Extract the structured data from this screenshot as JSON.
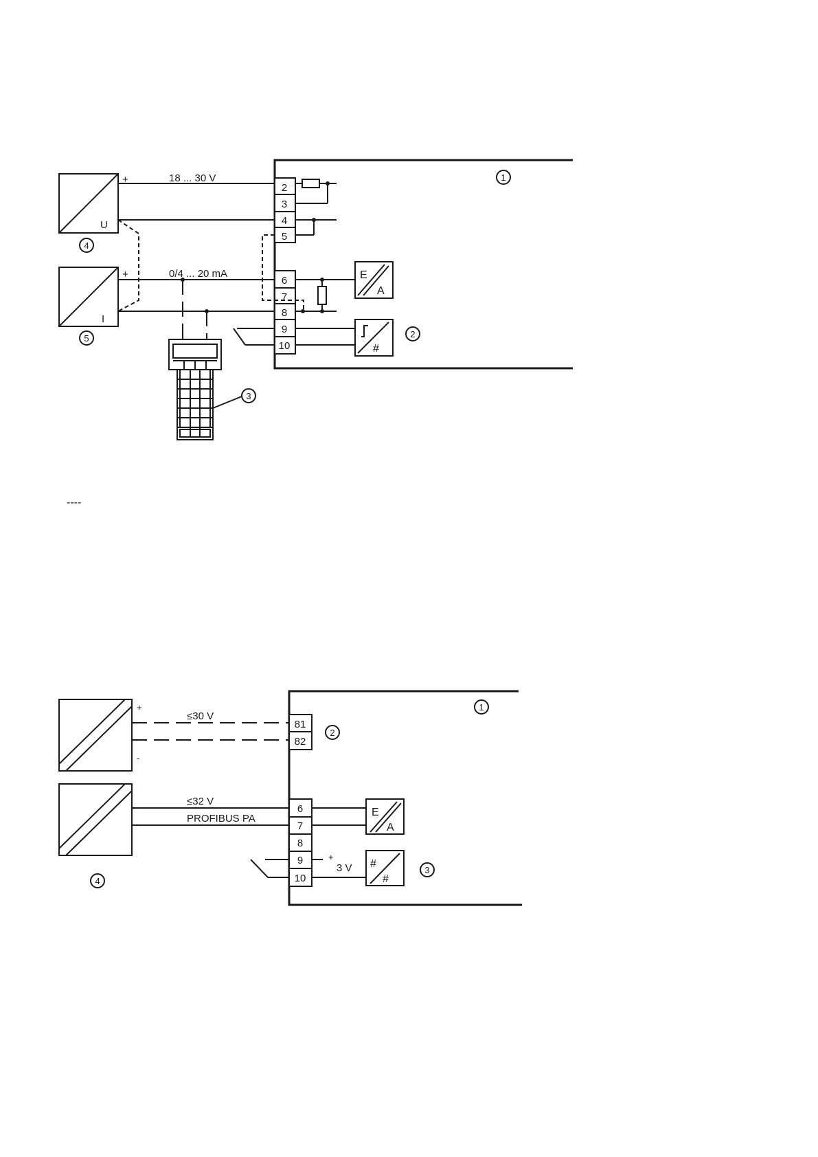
{
  "diagram1": {
    "callouts": [
      "1",
      "2",
      "3",
      "4",
      "5"
    ],
    "supply_plus": "+",
    "supply_label": "18 ... 30 V",
    "supply_unit_letter": "U",
    "current_plus": "+",
    "current_label": "0/4 ... 20 mA",
    "current_unit_letter": "I",
    "terminals": [
      "2",
      "3",
      "4",
      "5",
      "6",
      "7",
      "8",
      "9",
      "10"
    ],
    "ea_letters": [
      "E",
      "A"
    ],
    "digital_symbol": "#"
  },
  "legend_dashes": "----",
  "diagram2": {
    "callouts": [
      "1",
      "2",
      "3",
      "4"
    ],
    "supply_plus": "+",
    "supply_minus": "-",
    "supply_label": "≤30 V",
    "terminals_top": [
      "81",
      "82"
    ],
    "bus_voltage": "≤32 V",
    "bus_label": "PROFIBUS PA",
    "terminals": [
      "6",
      "7",
      "8",
      "9",
      "10"
    ],
    "ea_letters": [
      "E",
      "A"
    ],
    "out_plus": "+",
    "out_voltage": "3 V",
    "digital_symbol": "#"
  },
  "colors": {
    "line": "#1a1a1a",
    "background": "#ffffff"
  }
}
